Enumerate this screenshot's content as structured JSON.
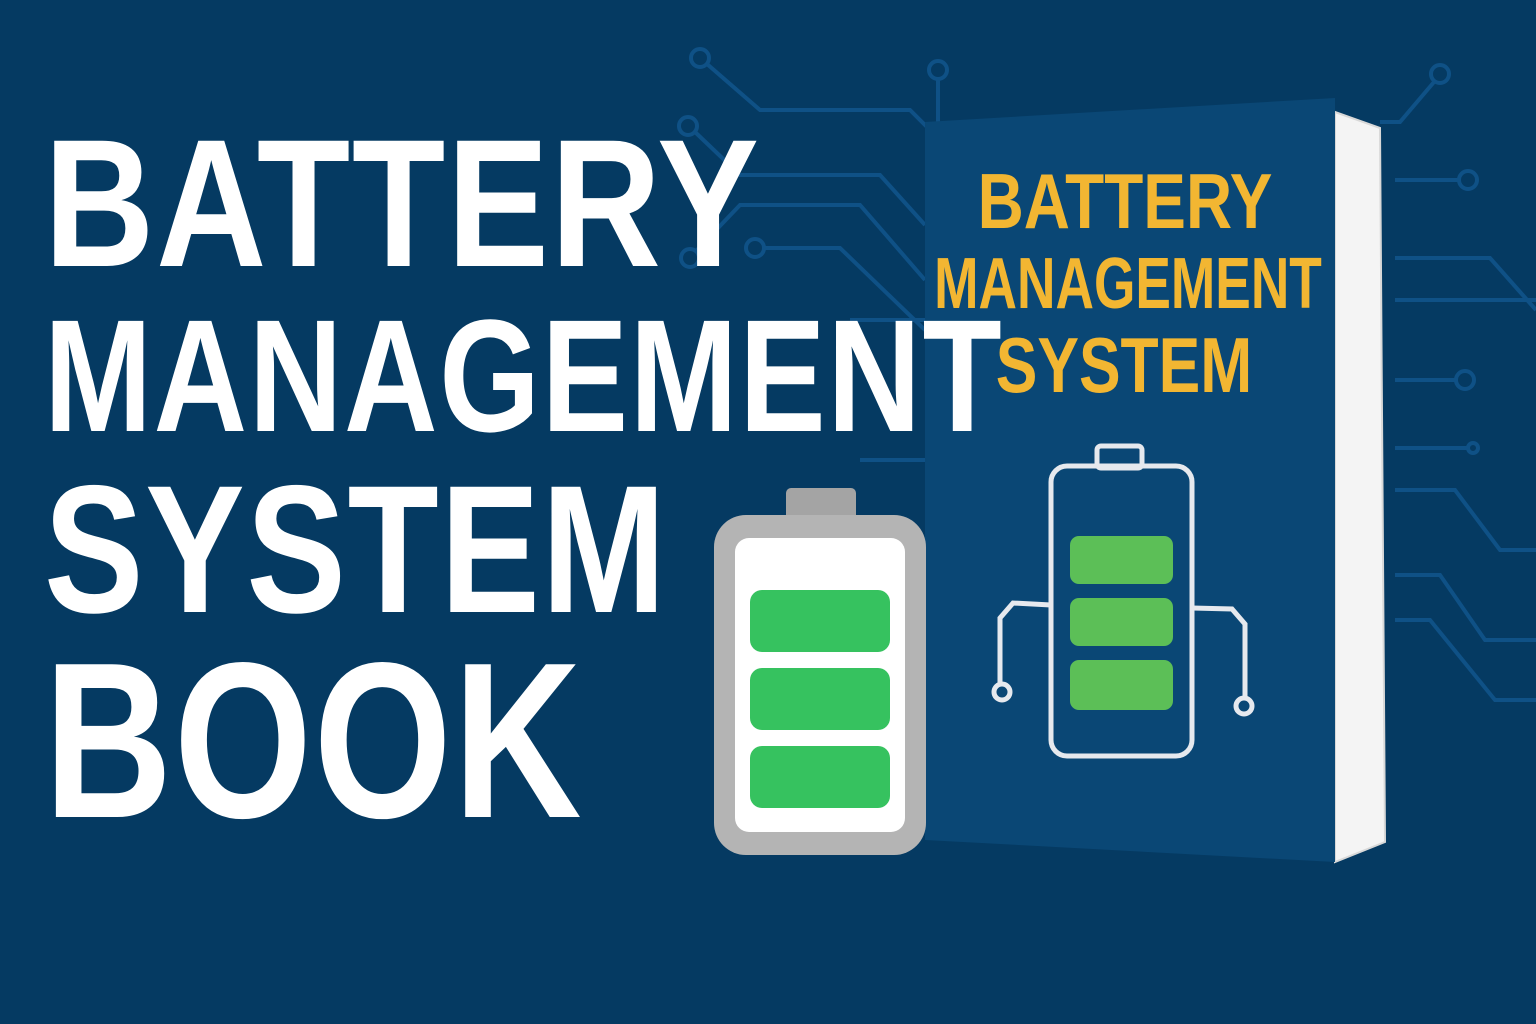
{
  "headline": {
    "line1": "BATTERY",
    "line2": "MANAGEMENT",
    "line3": "SYSTEM",
    "line4": "BOOK"
  },
  "book_cover": {
    "line1": "BATTERY",
    "line2": "MANAGEMENT",
    "line3": "SYSTEM"
  },
  "colors": {
    "background": "#053a62",
    "cover": "#0a4775",
    "cover_title": "#f2b632",
    "battery_green": "#36c25f",
    "cover_green": "#5cbf57",
    "circuit": "#0f5186"
  },
  "battery_icon": {
    "filled_bars": 3,
    "total_bars": 3
  }
}
